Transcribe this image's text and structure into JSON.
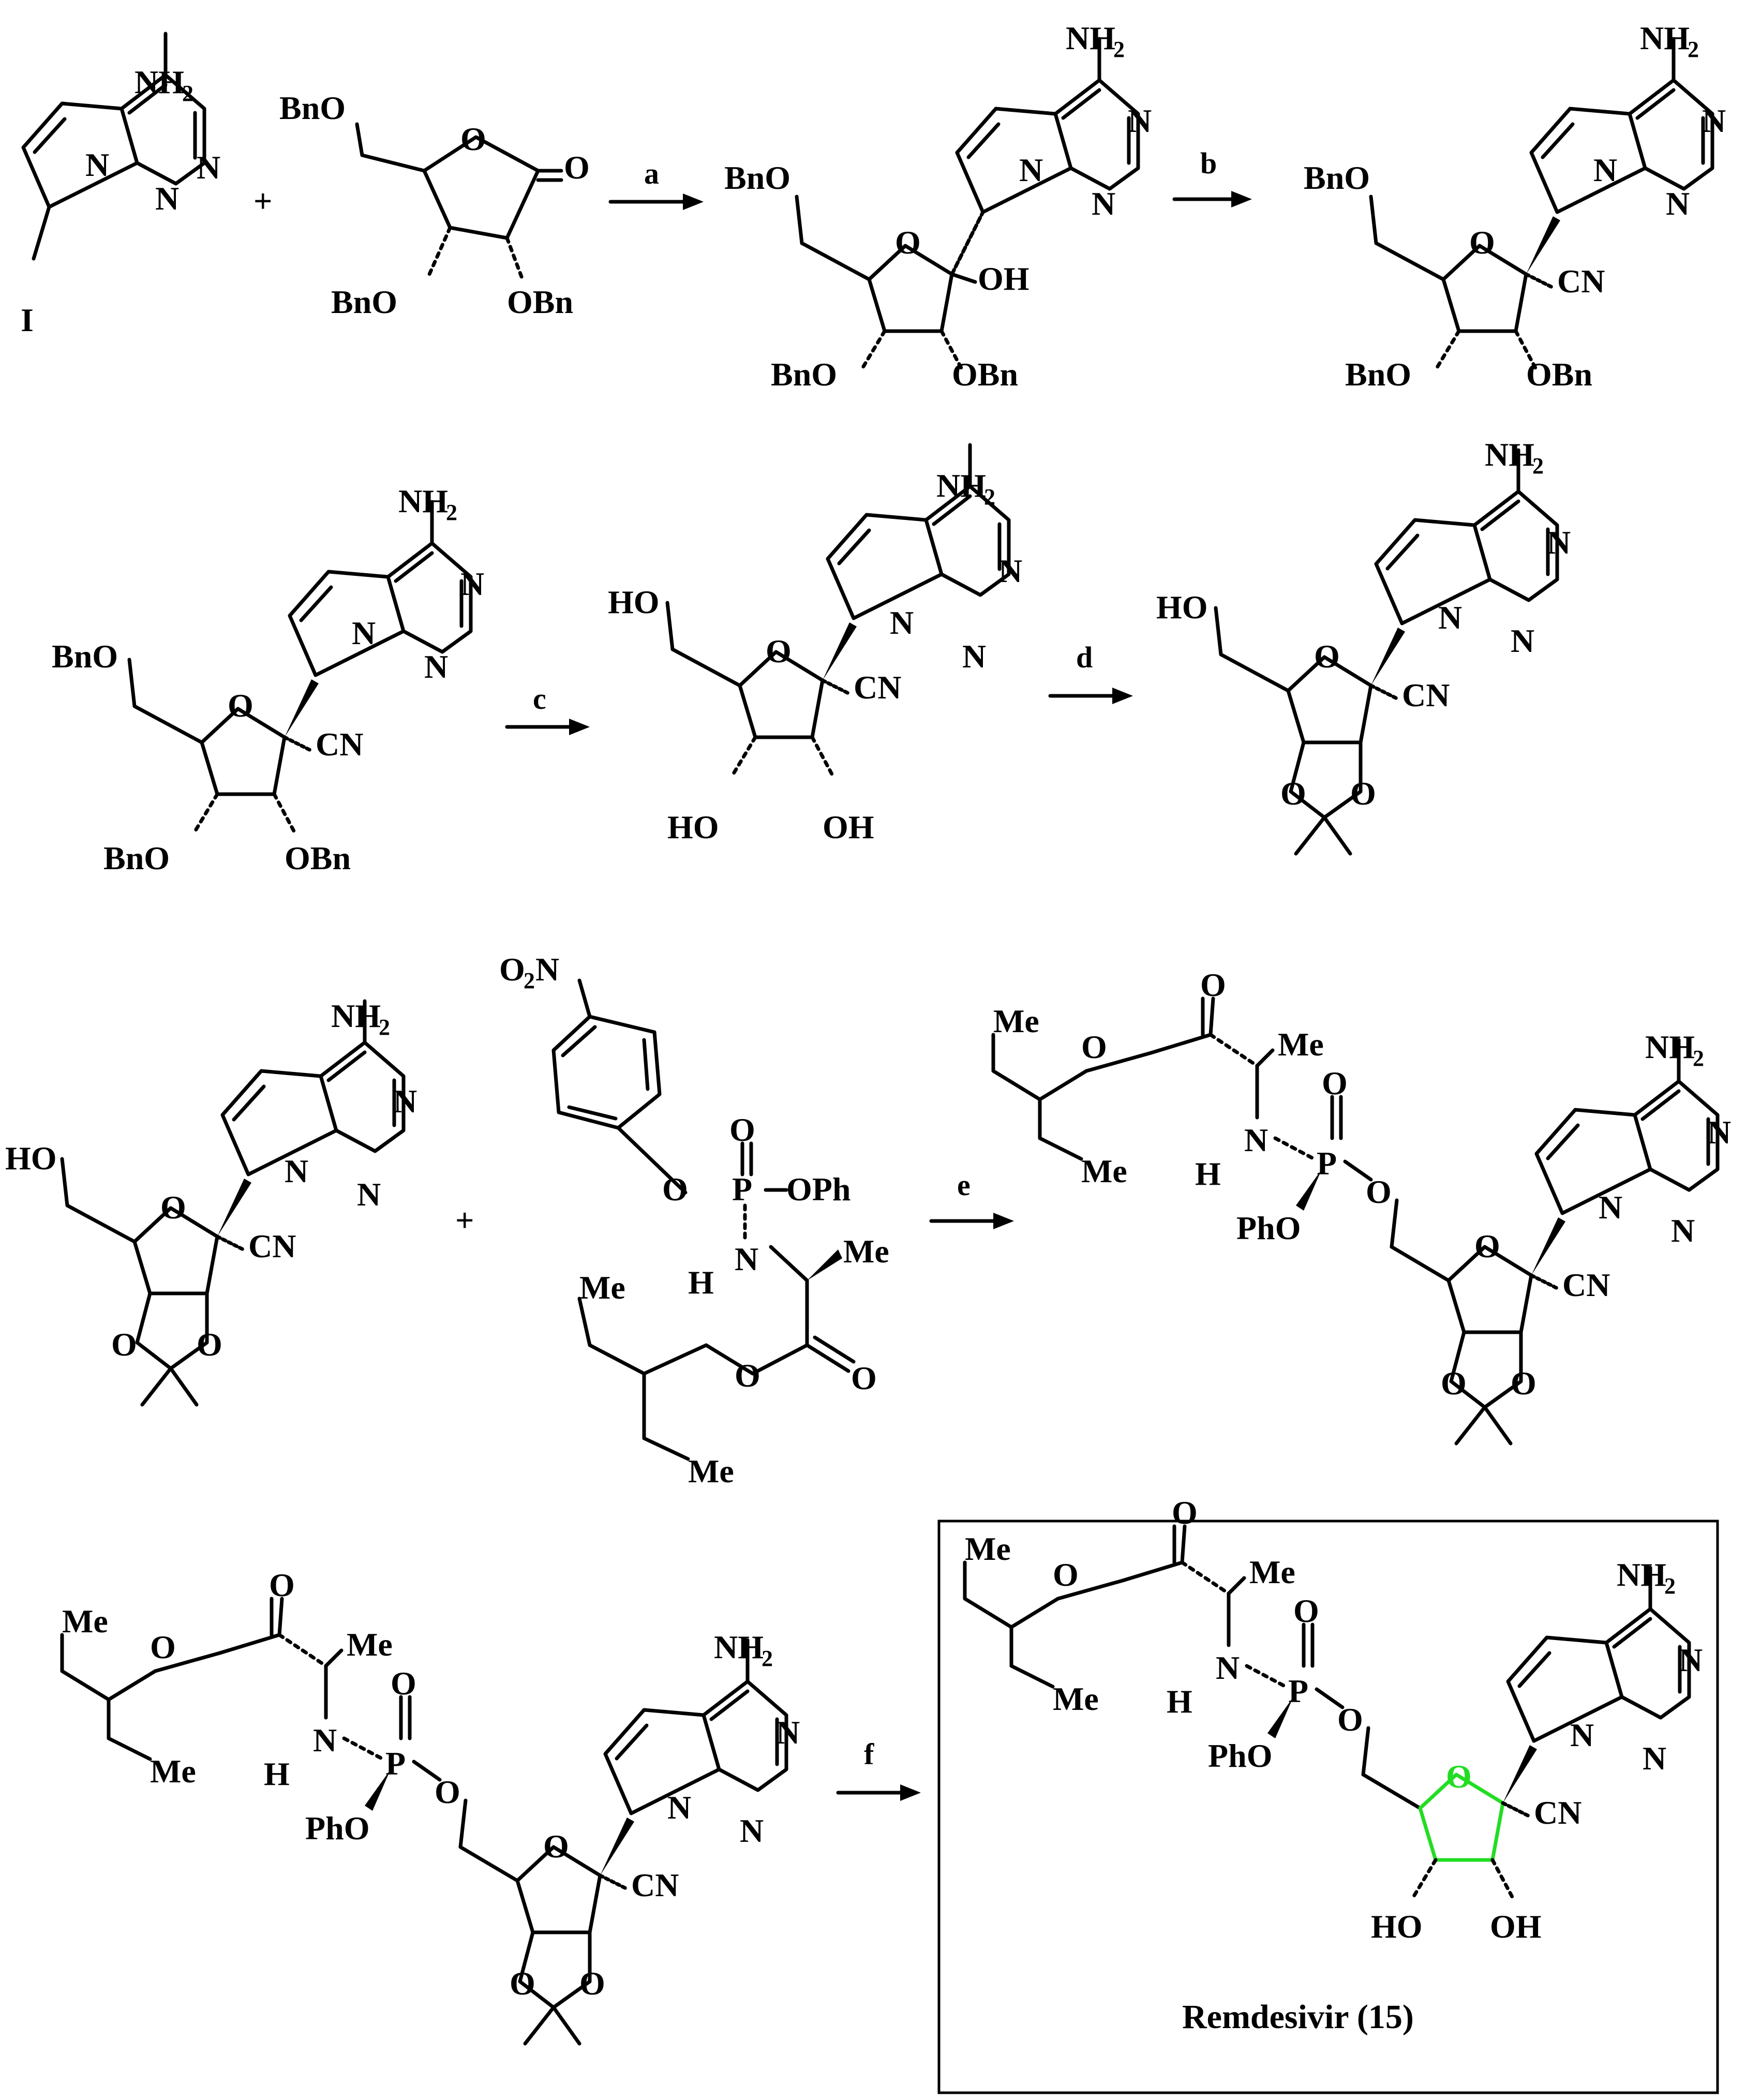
{
  "steps": [
    "a",
    "b",
    "c",
    "d",
    "e",
    "f"
  ],
  "plus": "+",
  "atoms": {
    "NH2": "NH",
    "NH2_sub": "2",
    "N": "N",
    "I": "I",
    "O": "O",
    "OH": "OH",
    "HO": "HO",
    "CN": "CN",
    "BnO": "BnO",
    "OBn": "OBn",
    "O2N": "O",
    "O2N_sub": "2",
    "O2N_N": "N",
    "OPh": "OPh",
    "PhO": "PhO",
    "P": "P",
    "H": "H",
    "Me": "Me"
  },
  "product": {
    "caption": "Remdesivir (15)",
    "ring_highlight_color": "#22dd22"
  }
}
